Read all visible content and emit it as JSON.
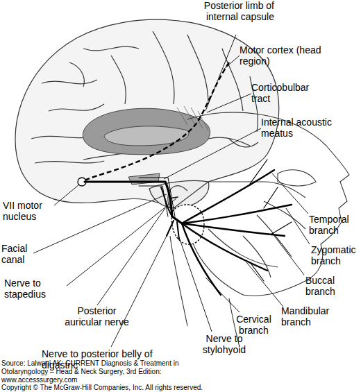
{
  "diagram": {
    "labels": [
      "Posterior limb of internal capsule",
      "Motor cortex (head region)",
      "Corticobulbar tract",
      "Internal acoustic meatus",
      "VII motor nucleus",
      "Facial canal",
      "Nerve to stapedius",
      "Posterior auricular nerve",
      "Nerve to posterior belly of digastric",
      "Nerve to stylohyoid",
      "Cervical branch",
      "Mandibular branch",
      "Buccal branch",
      "Zygomatic branch",
      "Temporal branch",
      "Source: Lalwani AK: CURRENT Diagnosis & Treatment in Otolaryngology – Head & Neck Surgery, 3rd Edition: www.accesssurgery.com",
      "Copyright © The McGraw-Hill Companies, Inc. All rights reserved."
    ]
  }
}
